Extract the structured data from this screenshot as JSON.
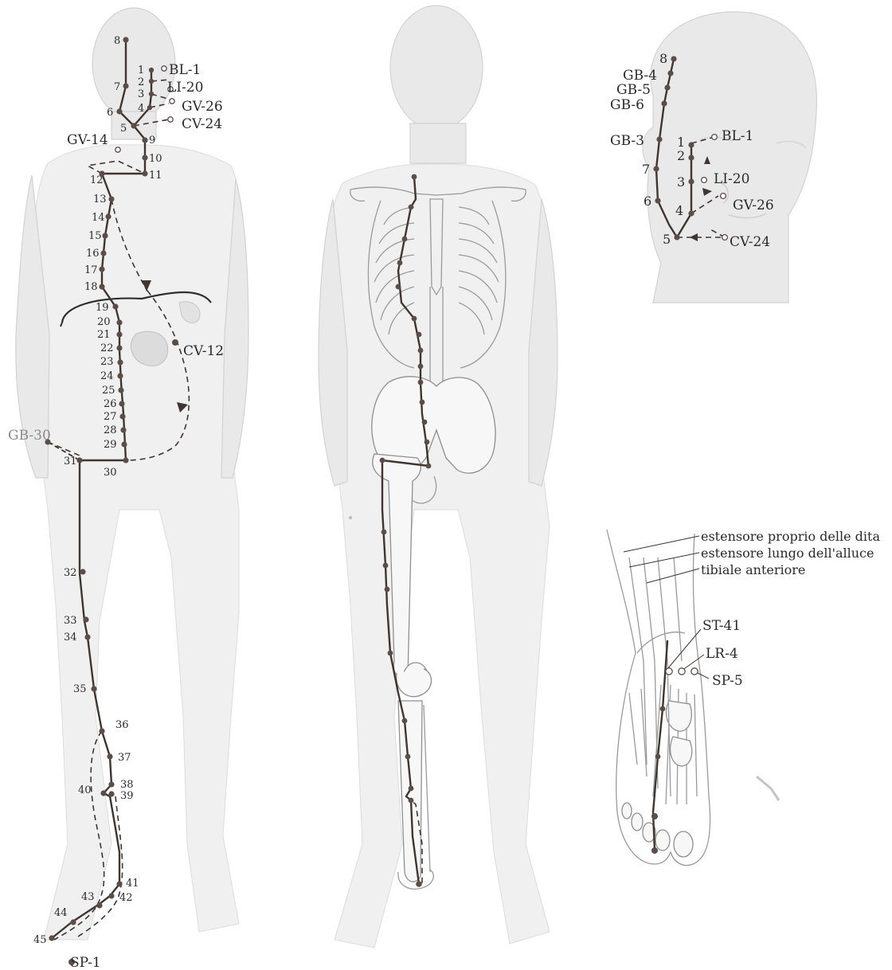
{
  "figure_left": {
    "point_numbers": [
      "1",
      "2",
      "3",
      "4",
      "5",
      "6",
      "7",
      "8",
      "9",
      "10",
      "11",
      "12",
      "13",
      "14",
      "15",
      "16",
      "17",
      "18",
      "19",
      "20",
      "21",
      "22",
      "23",
      "24",
      "25",
      "26",
      "27",
      "28",
      "29",
      "30",
      "31",
      "32",
      "33",
      "34",
      "35",
      "36",
      "37",
      "38",
      "39",
      "40",
      "41",
      "42",
      "43",
      "44",
      "45"
    ],
    "labels": {
      "bl1": "BL-1",
      "li20": "LI-20",
      "gv26": "GV-26",
      "cv24": "CV-24",
      "gv14": "GV-14",
      "cv12": "CV-12",
      "gb30": "GB-30",
      "sp1": "SP-1"
    },
    "label_colors": {
      "gb30": "#8a8a8a"
    }
  },
  "figure_head": {
    "point_numbers": [
      "1",
      "2",
      "3",
      "4",
      "5",
      "6",
      "7",
      "8"
    ],
    "labels": {
      "gb4": "GB-4",
      "gb5": "GB-5",
      "gb6": "GB-6",
      "gb3": "GB-3",
      "bl1": "BL-1",
      "li20": "LI-20",
      "gv26": "GV-26",
      "cv24": "CV-24"
    }
  },
  "figure_foot": {
    "muscles": [
      "estensore proprio delle dita",
      "estensore lungo dell'alluce",
      "tibiale anteriore"
    ],
    "labels": {
      "st41": "ST-41",
      "lr4": "LR-4",
      "sp5": "SP-5"
    }
  },
  "colors": {
    "meridian": "#3d3633",
    "point": "#5a4e4a",
    "silhouette": "#e9e9e9"
  }
}
